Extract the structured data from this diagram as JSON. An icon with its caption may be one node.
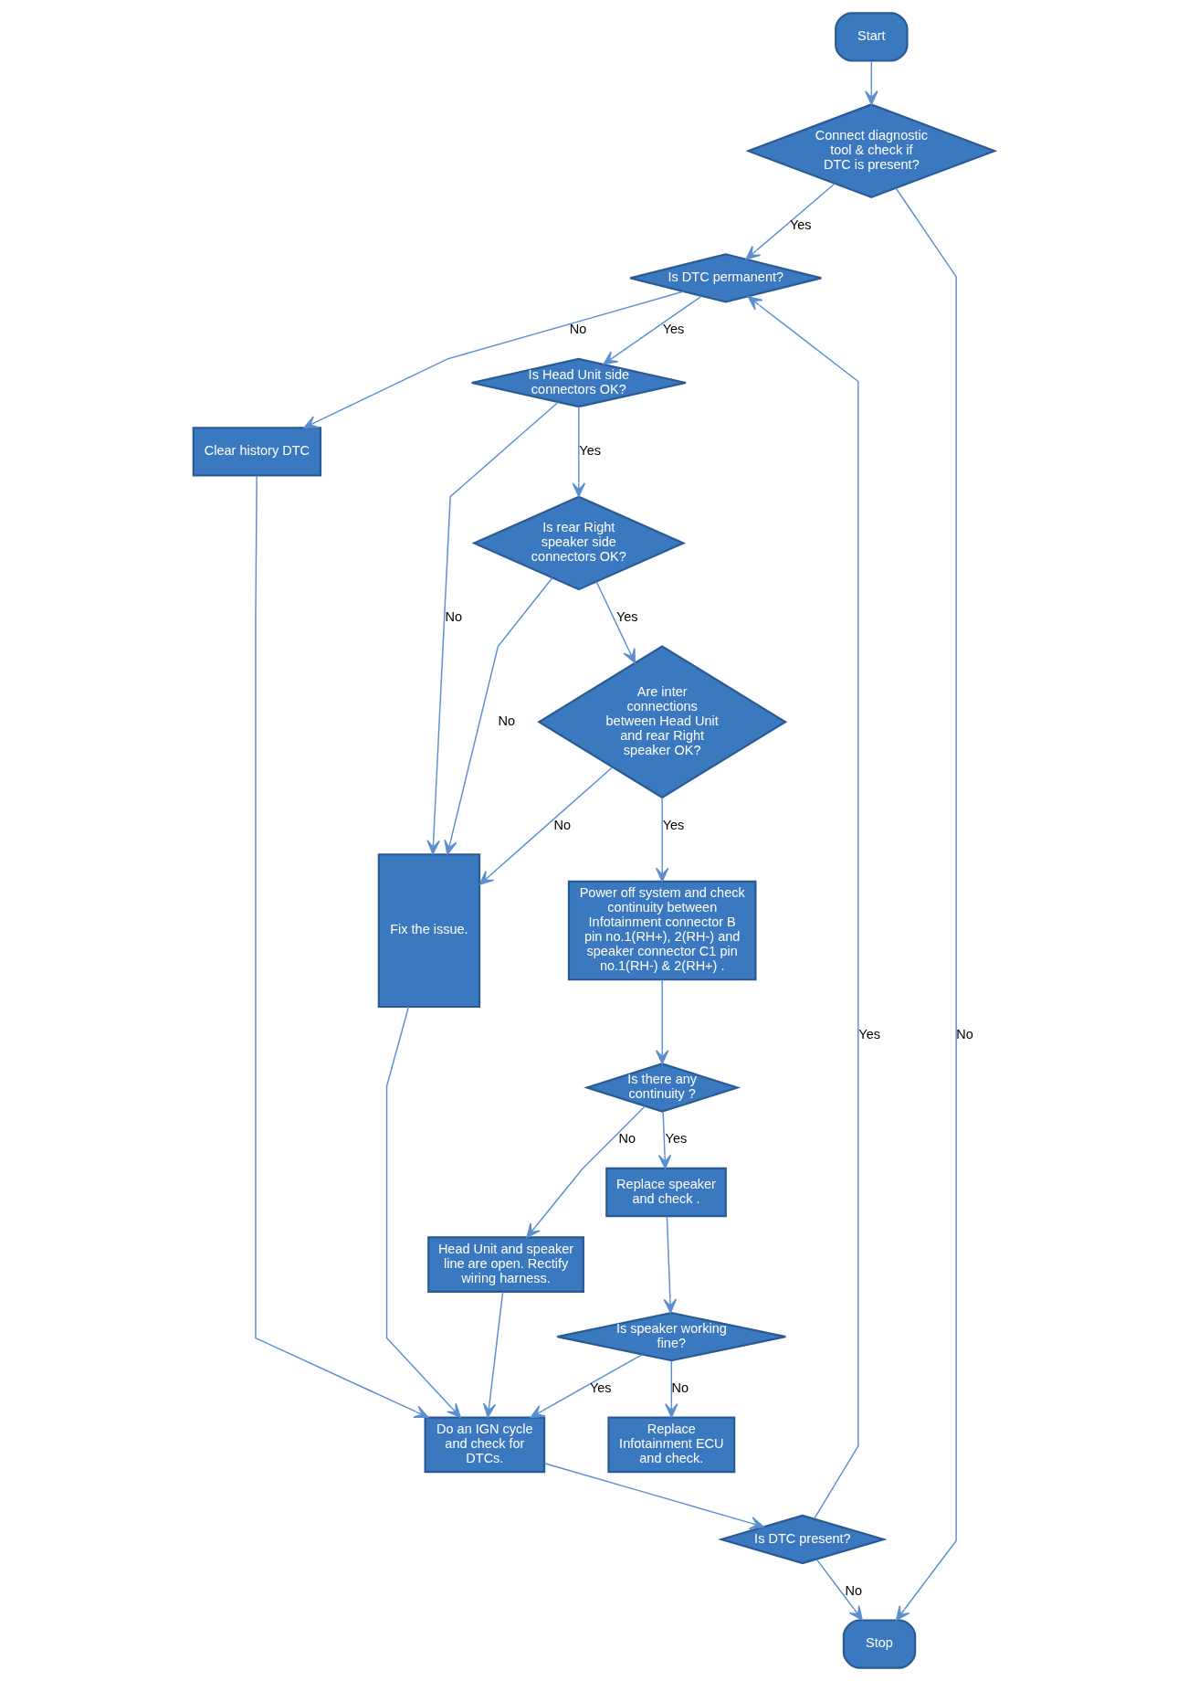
{
  "diagram": {
    "nodes": [
      {
        "text": [
          "Start"
        ]
      },
      {
        "text": [
          "Connect diagnostic tool & check if DTC is present?"
        ]
      },
      {
        "text": [
          "Is DTC permanent?"
        ]
      },
      {
        "text": [
          "Clear history DTC"
        ]
      },
      {
        "text": [
          "Do an IGN cycle and check for DTCs."
        ]
      },
      {
        "text": [
          "Is Head Unit side connectors OK?"
        ]
      },
      {
        "text": [
          "Fix the issue."
        ]
      },
      {
        "text": [
          "Is DTC present?"
        ]
      },
      {
        "text": [
          "Is rear Right speaker side connectors OK?"
        ]
      },
      {
        "text": [
          "Head Unit and speaker line are open. Rectify wiring harness."
        ]
      },
      {
        "text": [
          "Are inter connections between Head Unit and rear Right speaker OK?"
        ]
      },
      {
        "text": [
          "Is there any continuity ?"
        ]
      },
      {
        "text": [
          "Is speaker working fine?"
        ]
      },
      {
        "text": [
          "Power off system and check continuity between Infotainment connector B pin no.1(RH+), 2(RH-) and speaker connector C1 pin no.1(RH-) & 2(RH+) ."
        ]
      },
      {
        "text": [
          "Replace speaker and check ."
        ]
      },
      {
        "text": [
          "Replace Infotainment ECU and check."
        ]
      },
      {
        "text": [
          "Stop"
        ]
      }
    ],
    "edges": [
      {
        "from": 0,
        "to": 1,
        "arrow": "to"
      },
      {
        "from": 1,
        "to": 16,
        "arrow": "to",
        "label": "No"
      },
      {
        "from": 1,
        "to": 2,
        "arrow": "to",
        "label": "Yes"
      },
      {
        "from": 2,
        "to": 3,
        "arrow": "to",
        "label": "No"
      },
      {
        "from": 3,
        "to": 4,
        "arrow": "to"
      },
      {
        "from": 2,
        "to": 5,
        "arrow": "to",
        "label": "Yes"
      },
      {
        "from": 5,
        "to": 6,
        "arrow": "to",
        "label": "No"
      },
      {
        "from": 8,
        "to": 6,
        "arrow": "to",
        "label": "No"
      },
      {
        "from": 10,
        "to": 6,
        "arrow": "to",
        "label": "No"
      },
      {
        "from": 5,
        "to": 8,
        "arrow": "to",
        "label": "Yes"
      },
      {
        "from": 8,
        "to": 10,
        "arrow": "to",
        "label": "Yes"
      },
      {
        "from": 10,
        "to": 13,
        "arrow": "to",
        "label": "Yes"
      },
      {
        "from": 13,
        "to": 11,
        "arrow": "to"
      },
      {
        "from": 11,
        "to": 9,
        "arrow": "to",
        "label": "No"
      },
      {
        "from": 11,
        "to": 14,
        "arrow": "to",
        "label": "Yes"
      },
      {
        "from": 14,
        "to": 12,
        "arrow": "to"
      },
      {
        "from": 12,
        "to": 4,
        "arrow": "to",
        "label": "Yes"
      },
      {
        "from": 12,
        "to": 15,
        "arrow": "to",
        "label": "No"
      },
      {
        "from": 9,
        "to": 4,
        "arrow": "to"
      },
      {
        "from": 6,
        "to": 4,
        "arrow": "to"
      },
      {
        "from": 4,
        "to": 7,
        "arrow": "to"
      },
      {
        "from": 7,
        "to": 2,
        "arrow": "to",
        "label": "Yes"
      },
      {
        "from": 7,
        "to": 16,
        "arrow": "to",
        "label": "No"
      }
    ]
  }
}
